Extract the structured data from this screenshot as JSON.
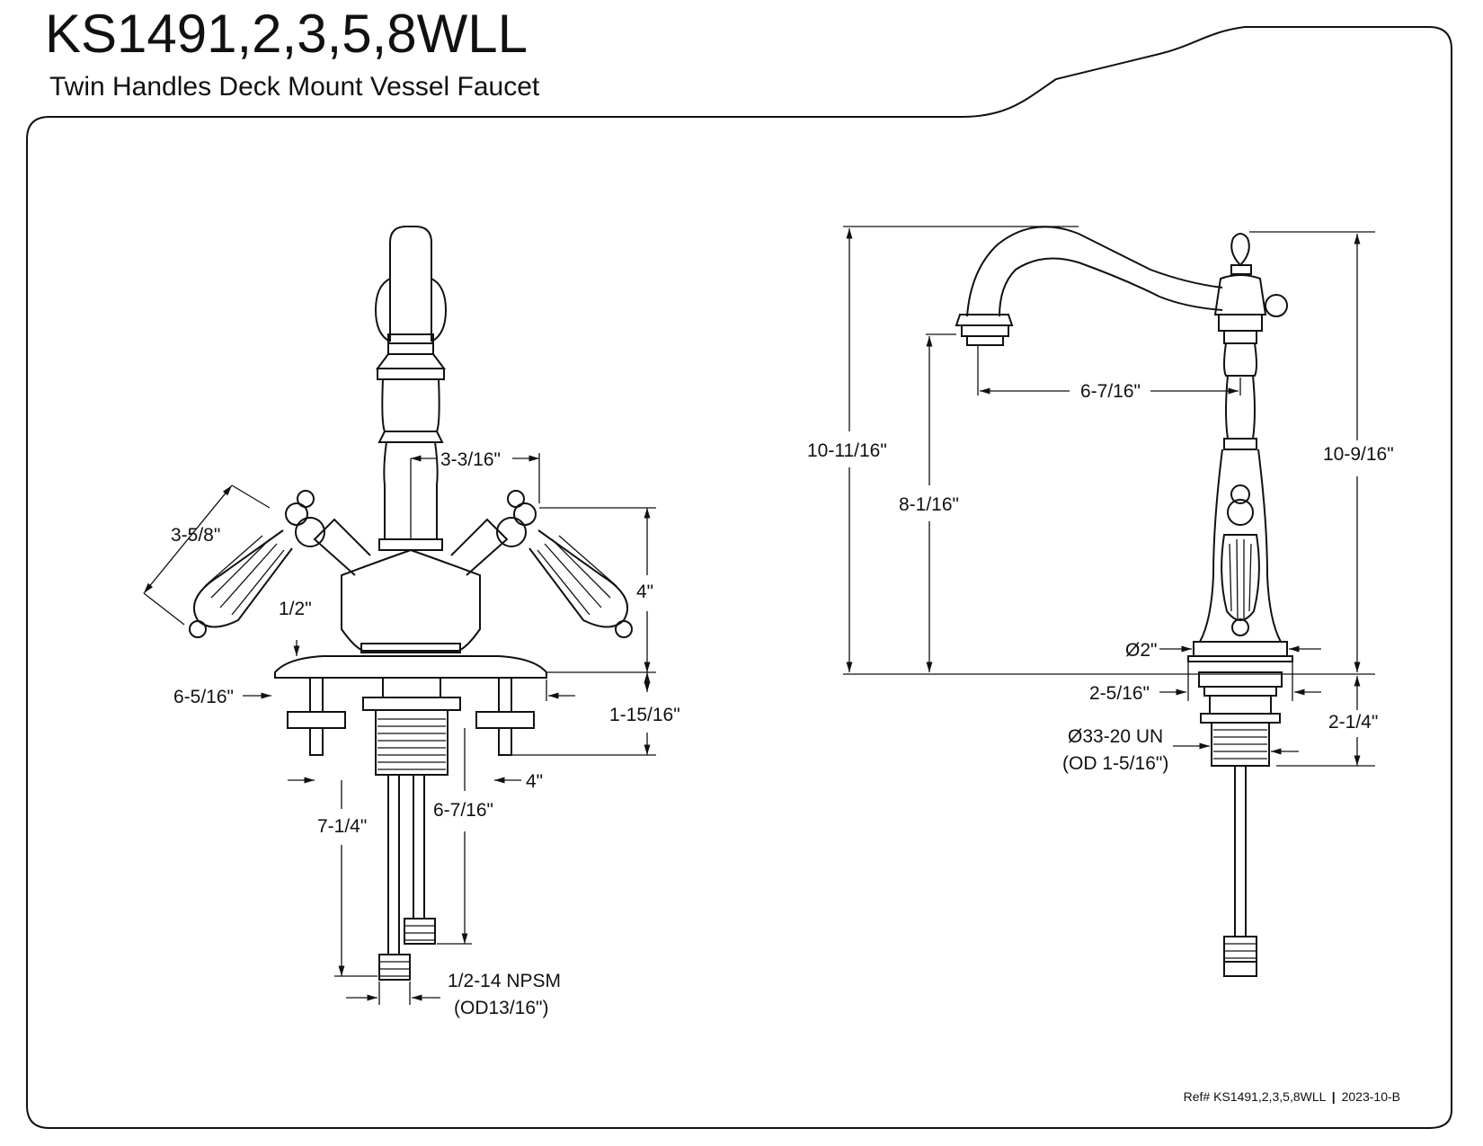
{
  "header": {
    "title": "KS1491,2,3,5,8WLL",
    "subtitle": "Twin Handles Deck Mount Vessel Faucet"
  },
  "front_view": {
    "dims": {
      "handle_spread": "3-3/16\"",
      "handle_length": "3-5/8\"",
      "handle_height": "4\"",
      "base_thickness": "1/2\"",
      "base_width": "6-5/16\"",
      "shank_length": "1-15/16\"",
      "shank_spacing": "4\"",
      "supply_long": "7-1/4\"",
      "supply_short": "6-7/16\"",
      "thread_spec": "1/2-14 NPSM",
      "thread_od": "(OD13/16\")"
    }
  },
  "side_view": {
    "dims": {
      "overall_height": "10-11/16\"",
      "spout_height": "8-1/16\"",
      "spout_reach": "6-7/16\"",
      "handle_height": "10-9/16\"",
      "base_diameter": "Ø2\"",
      "hole_diameter": "2-5/16\"",
      "shank_length": "2-1/4\"",
      "thread_spec": "Ø33-20 UN",
      "thread_od": "(OD 1-5/16\")"
    }
  },
  "footer": {
    "ref": "Ref# KS1491,2,3,5,8WLL",
    "separator": "|",
    "revision": "2023-10-B"
  }
}
